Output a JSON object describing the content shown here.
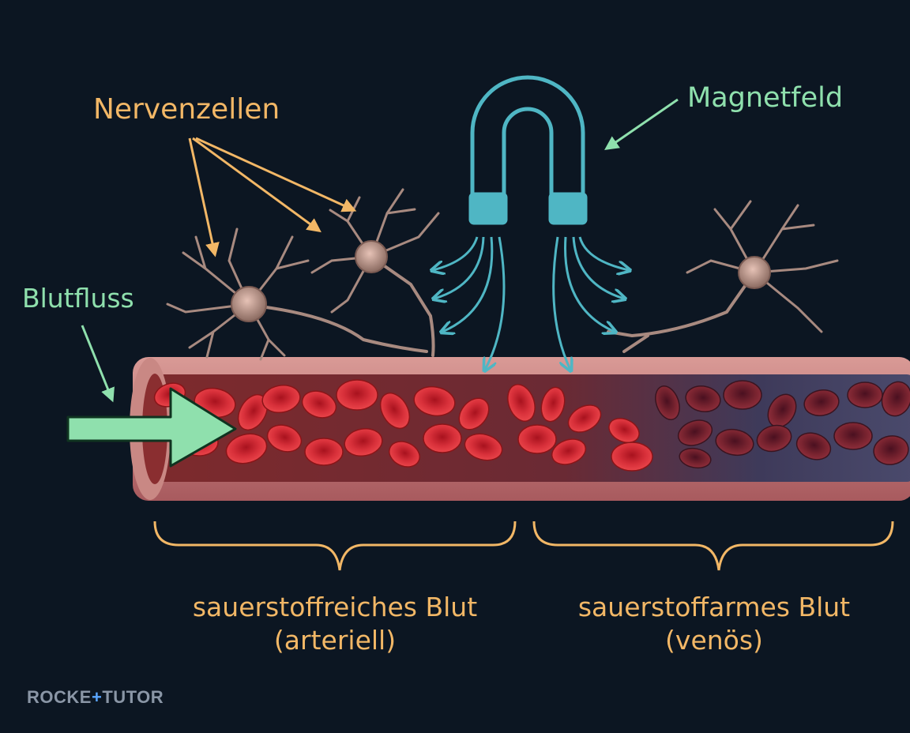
{
  "labels": {
    "nerve_cells": "Nervenzellen",
    "magnetic_field": "Magnetfeld",
    "blood_flow": "Blutfluss"
  },
  "captions": {
    "arterial_line1": "sauerstoffreiches Blut",
    "arterial_line2": "(arteriell)",
    "venous_line1": "sauerstoffarmes Blut",
    "venous_line2": "(venös)"
  },
  "logo": {
    "part1": "ROCKE",
    "part2": "+",
    "part3": "TUTOR"
  },
  "colors": {
    "background": "#0c1622",
    "label_orange": "#f2b766",
    "label_green": "#8fe0ad",
    "magnet_teal": "#4fb6c4",
    "field_arrows": "#4fb6c4",
    "oxygenated_cell": "#d8303a",
    "deoxygenated_cell": "#7a2430",
    "vessel_wall": "#c46a6a"
  },
  "icons": {
    "magnet": "horseshoe-magnet-icon",
    "neuron": "neuron-icon",
    "flow_arrow": "flow-arrow-icon"
  }
}
